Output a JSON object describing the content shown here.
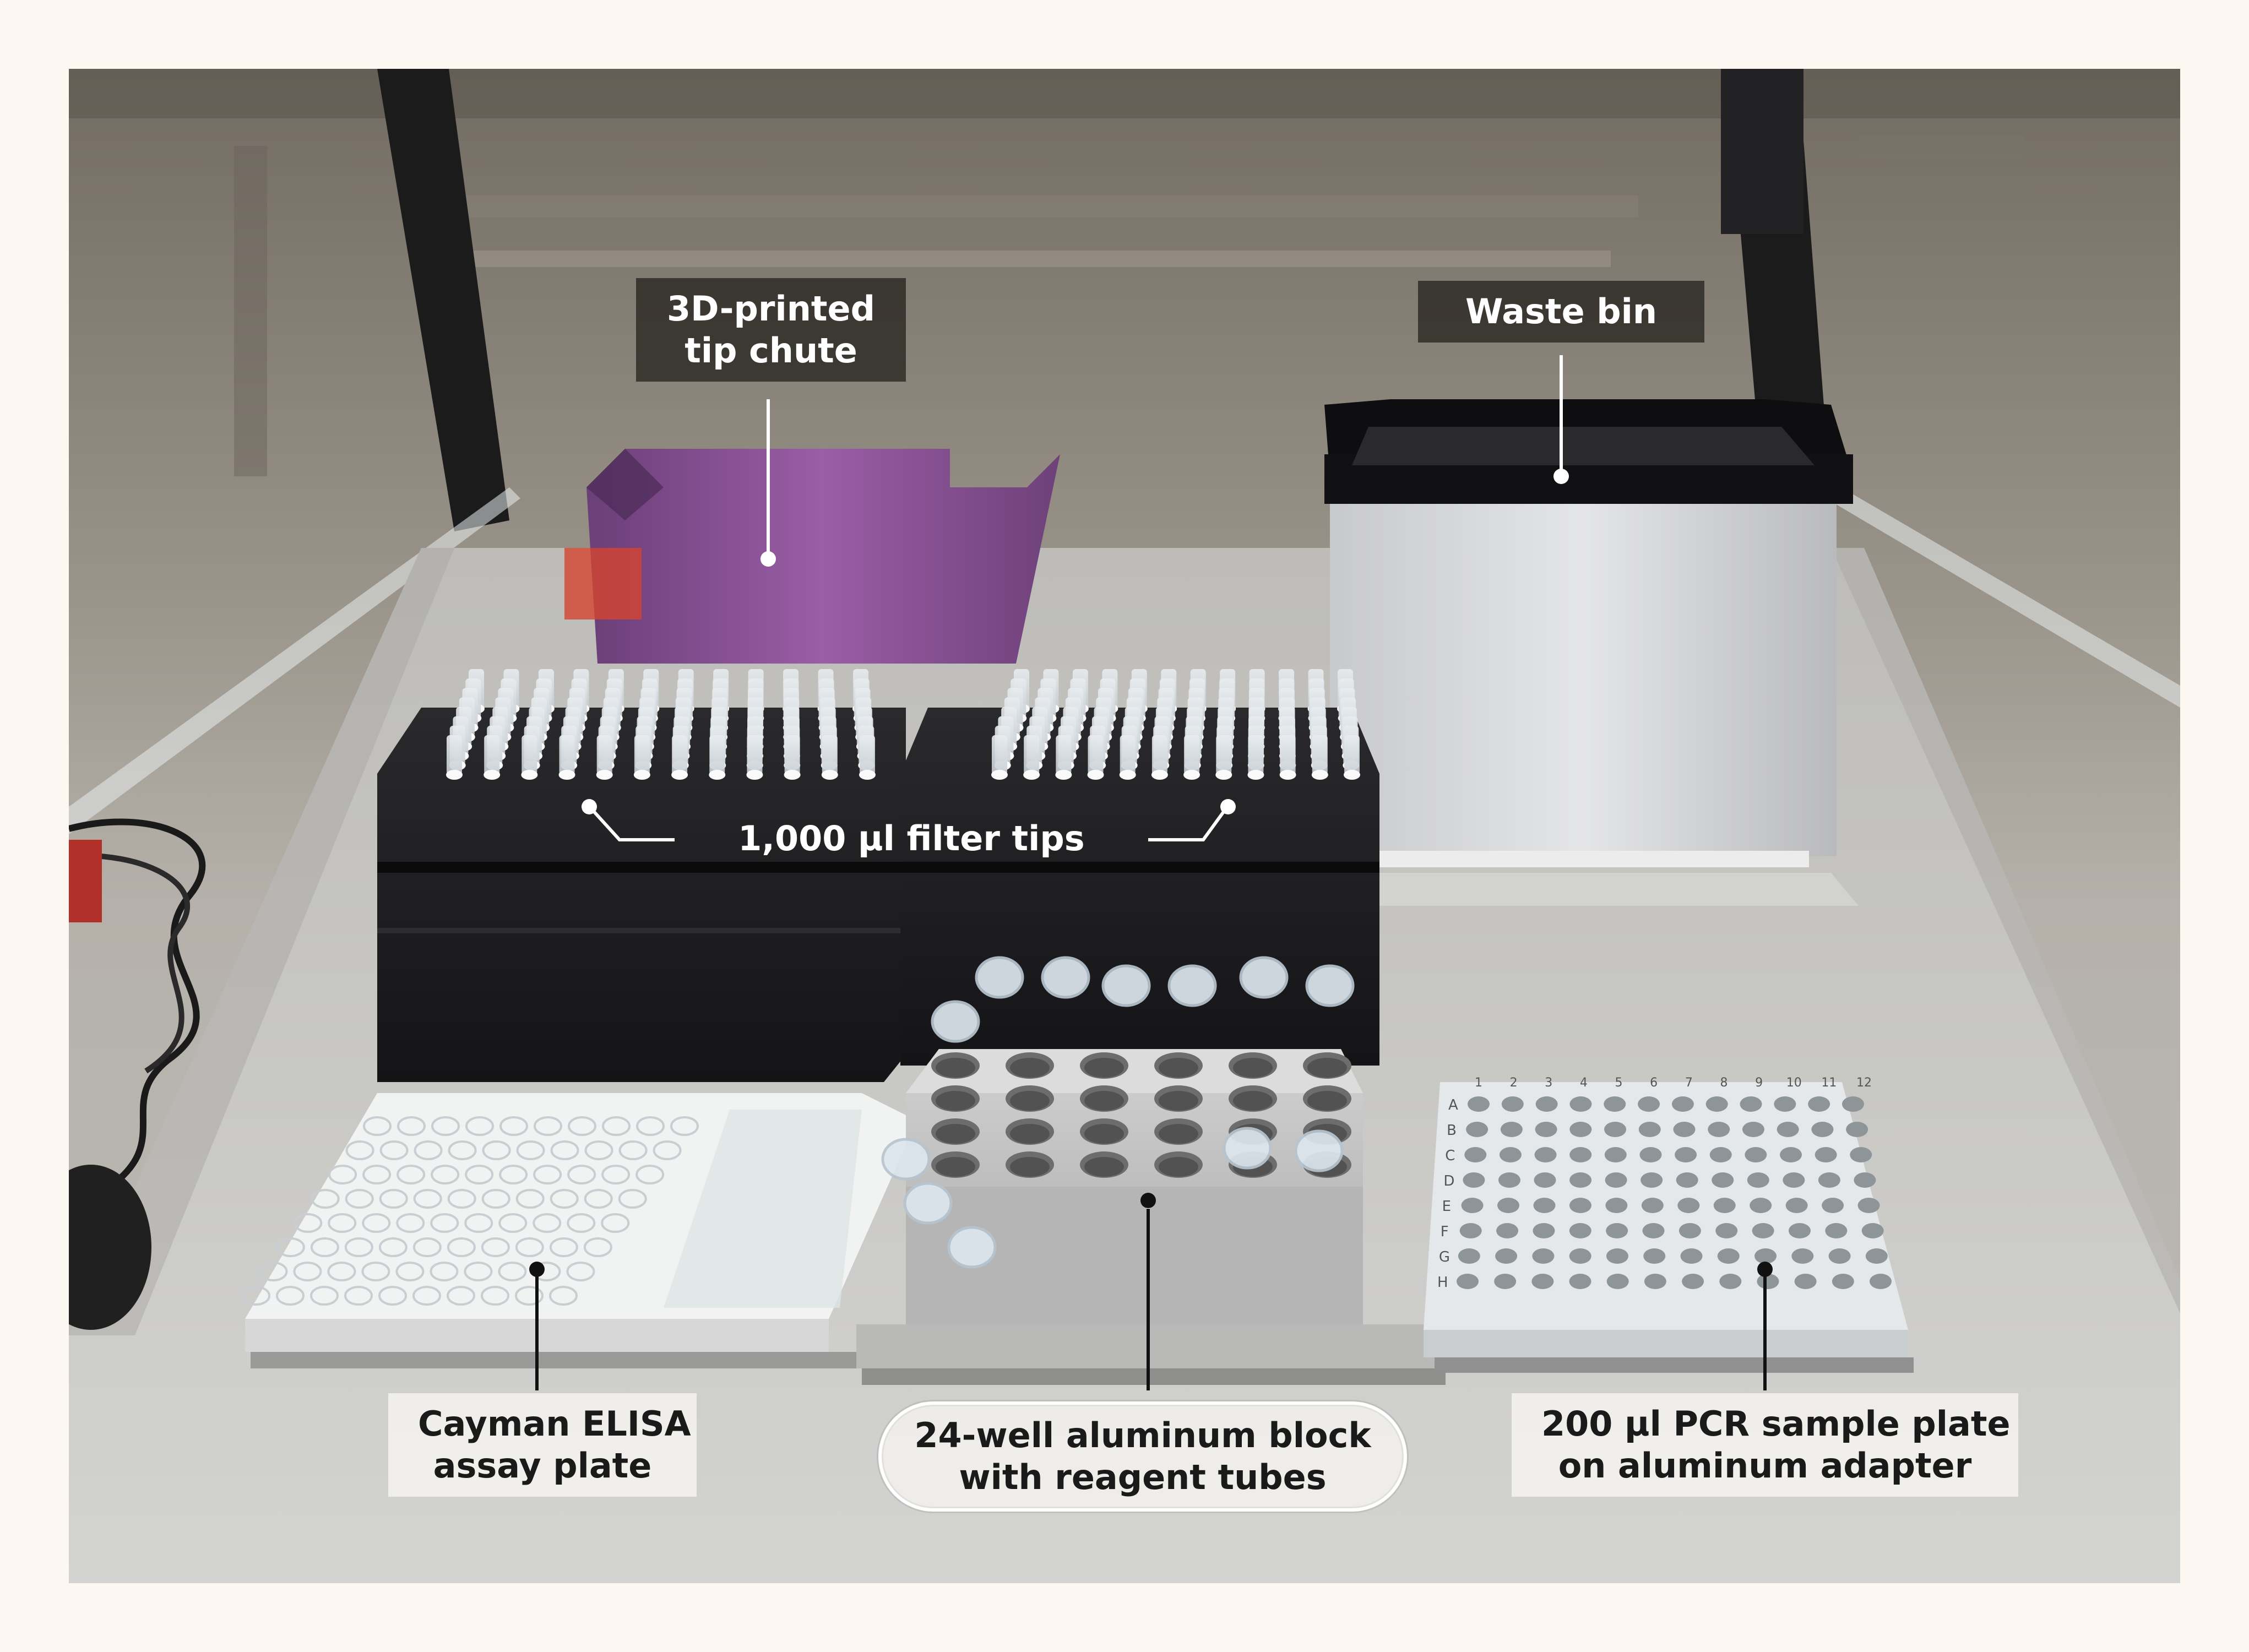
{
  "labels": {
    "tip_chute": {
      "line1": "3D-printed",
      "line2": "tip chute"
    },
    "waste_bin": {
      "line1": "Waste bin"
    },
    "filter_tips": {
      "line1": "1,000 µl filter tips"
    },
    "elisa_plate": {
      "line1": "Cayman ELISA",
      "line2": "assay plate"
    },
    "aluminum_block": {
      "line1": "24-well aluminum block",
      "line2": "with reagent tubes"
    },
    "pcr_plate": {
      "line1": "200 µl PCR sample plate",
      "line2": "on aluminum adapter"
    }
  },
  "plate_rows": [
    "A",
    "B",
    "C",
    "D",
    "E",
    "F",
    "G",
    "H"
  ],
  "plate_columns": [
    "1",
    "2",
    "3",
    "4",
    "5",
    "6",
    "7",
    "8",
    "9",
    "10",
    "11",
    "12"
  ],
  "colors": {
    "frame": "#fcf7f1",
    "deck": "#c9c9c6",
    "tip_box": "#1c1c1e",
    "tip_chute": "#8a4f98",
    "waste_bin_rim": "#0e0e10",
    "waste_bin_body": "#d7d8da",
    "aluminum": "#c4c4c4",
    "well": "#6d6d6d"
  }
}
